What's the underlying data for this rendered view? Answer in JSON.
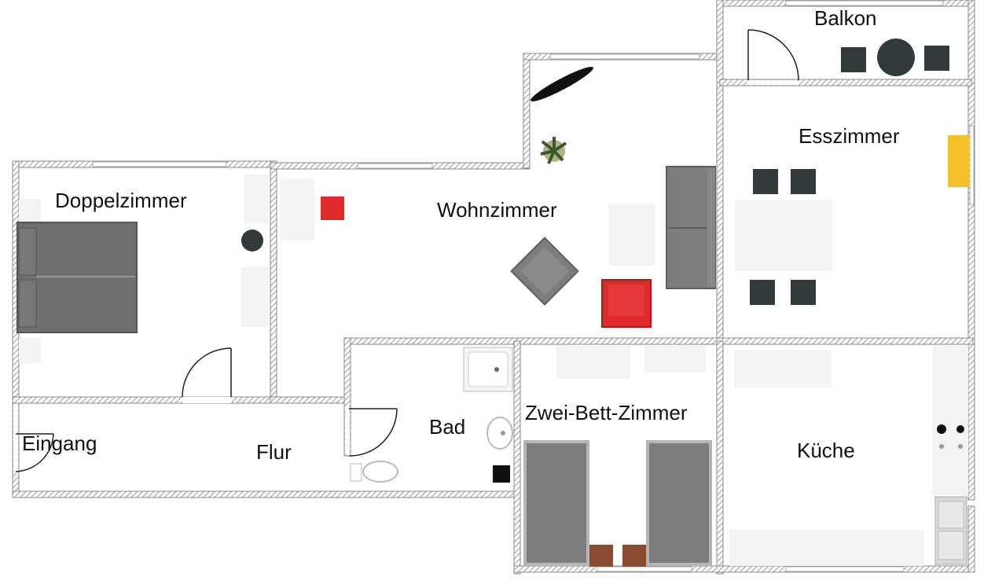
{
  "rooms": {
    "balkon": "Balkon",
    "esszimmer": "Esszimmer",
    "doppelzimmer": "Doppelzimmer",
    "wohnzimmer": "Wohnzimmer",
    "zwei_bett_zimmer": "Zwei-Bett-Zimmer",
    "bad": "Bad",
    "kueche": "Küche",
    "eingang": "Eingang",
    "flur": "Flur"
  },
  "colors": {
    "wall": "#8a8a8a",
    "furniture_gray": "#7d7d7d",
    "dark": "#333a3a",
    "red": "#e02b2b",
    "yellow": "#f5c02a",
    "brown": "#8a4a2e",
    "light": "#f3f3f3"
  }
}
